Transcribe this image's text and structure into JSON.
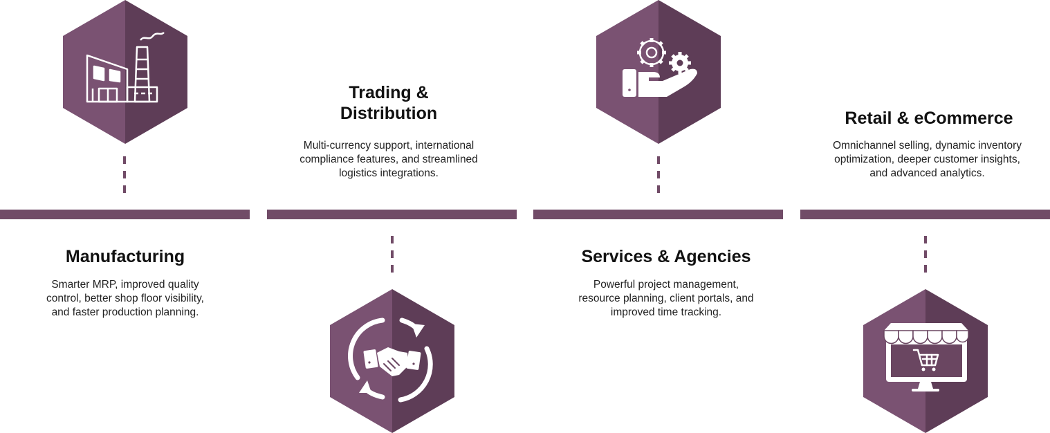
{
  "colors": {
    "hex_light": "#7a5272",
    "hex_dark": "#5e3d57",
    "bar": "#714b67",
    "icon": "#ffffff"
  },
  "industries": [
    {
      "title": "Manufacturing",
      "description_lines": [
        "Smarter MRP, improved quality",
        "control, better shop floor visibility,",
        "and faster production planning."
      ],
      "icon": "factory-icon"
    },
    {
      "title_lines": [
        "Trading &",
        "Distribution"
      ],
      "description_lines": [
        "Multi-currency support, international",
        "compliance features, and streamlined",
        "logistics integrations."
      ],
      "icon": "handshake-cycle-icon"
    },
    {
      "title": "Services & Agencies",
      "description_lines": [
        "Powerful project management,",
        "resource planning, client portals, and",
        "improved time tracking."
      ],
      "icon": "gears-hand-icon"
    },
    {
      "title": "Retail & eCommerce",
      "description_lines": [
        "Omnichannel selling, dynamic inventory",
        "optimization, deeper customer insights,",
        "and advanced analytics."
      ],
      "icon": "storefront-monitor-icon"
    }
  ]
}
